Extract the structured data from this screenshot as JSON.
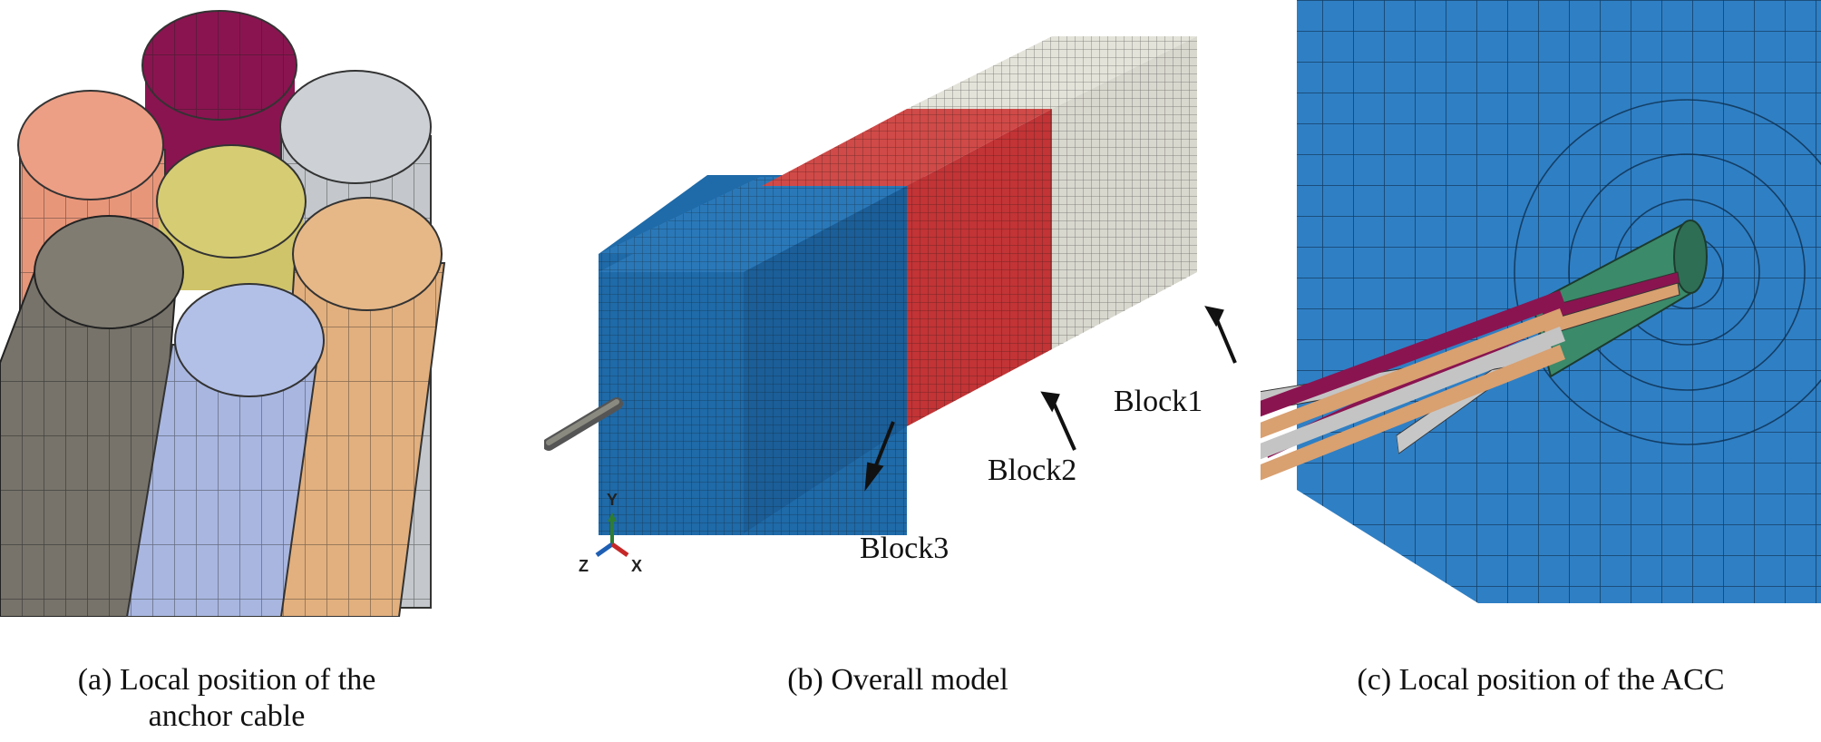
{
  "figure": {
    "panels": [
      {
        "id": "a",
        "caption_line1": "(a) Local position of the",
        "caption_line2": "anchor cable",
        "strand_colors": [
          "#8a1450",
          "#e8967a",
          "#c4c8cc",
          "#cfc46a",
          "#77736a",
          "#a8b6e0",
          "#e2b07e"
        ]
      },
      {
        "id": "b",
        "caption": "(b) Overall model",
        "blocks": [
          {
            "label": "Block1",
            "color": "#d9d8cf"
          },
          {
            "label": "Block2",
            "color": "#c8383a"
          },
          {
            "label": "Block3",
            "color": "#1f6aa8"
          }
        ],
        "triad": {
          "y": "Y",
          "z": "Z",
          "x": "X"
        }
      },
      {
        "id": "c",
        "caption": "(c) Local position of the ACC",
        "colors": {
          "concrete": "#2f7fc4",
          "sleeve": "#3b8a6a"
        }
      }
    ]
  }
}
